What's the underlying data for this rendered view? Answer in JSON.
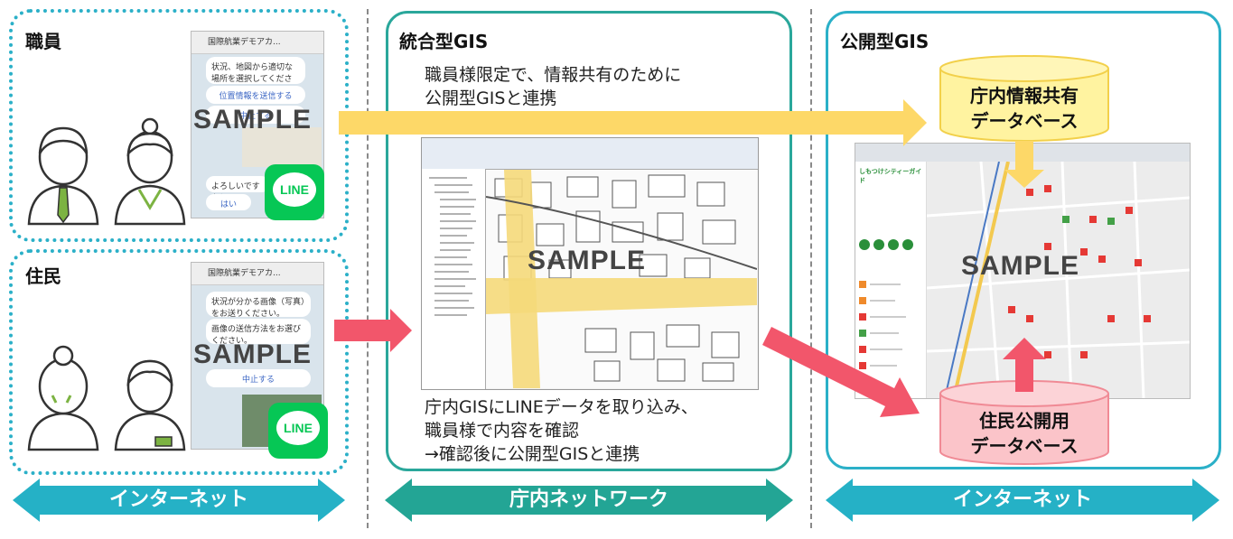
{
  "left": {
    "staff_title": "職員",
    "resident_title": "住民",
    "phone_title": "国際航業デモアカ...",
    "staff_msg1": "状況、地図から適切な場所を選択してください。",
    "staff_btn1": "位置情報を送信する",
    "staff_btn2": "中止する",
    "staff_question": "よろしいですか？",
    "staff_yes": "はい",
    "res_msg1": "状況が分かる画像（写真）をお送りください。",
    "res_msg2": "画像の送信方法をお選びください。",
    "res_btn": "中止する",
    "line_logo": "LINE",
    "sample": "SAMPLE"
  },
  "middle": {
    "title": "統合型GIS",
    "desc_top": [
      "職員様限定で、情報共有のために",
      "公開型GISと連携"
    ],
    "desc_bottom": [
      "庁内GISにLINEデータを取り込み、",
      "職員様で内容を確認",
      "→確認後に公開型GISと連携"
    ],
    "sample": "SAMPLE"
  },
  "right": {
    "title": "公開型GIS",
    "db_top": [
      "庁内情報共有",
      "データベース"
    ],
    "db_bottom": [
      "住民公開用",
      "データベース"
    ],
    "map_brand": "しもつけシティーガイド",
    "sample": "SAMPLE"
  },
  "banners": {
    "left": "インターネット",
    "middle": "庁内ネットワーク",
    "right": "インターネット"
  },
  "colors": {
    "teal": "#2aa79b",
    "cyan": "#2bb0c8",
    "yellow_arrow": "#fdd868",
    "red_arrow": "#f2566b",
    "db_yellow": "#fff3a0",
    "db_pink": "#fbc4c9"
  }
}
